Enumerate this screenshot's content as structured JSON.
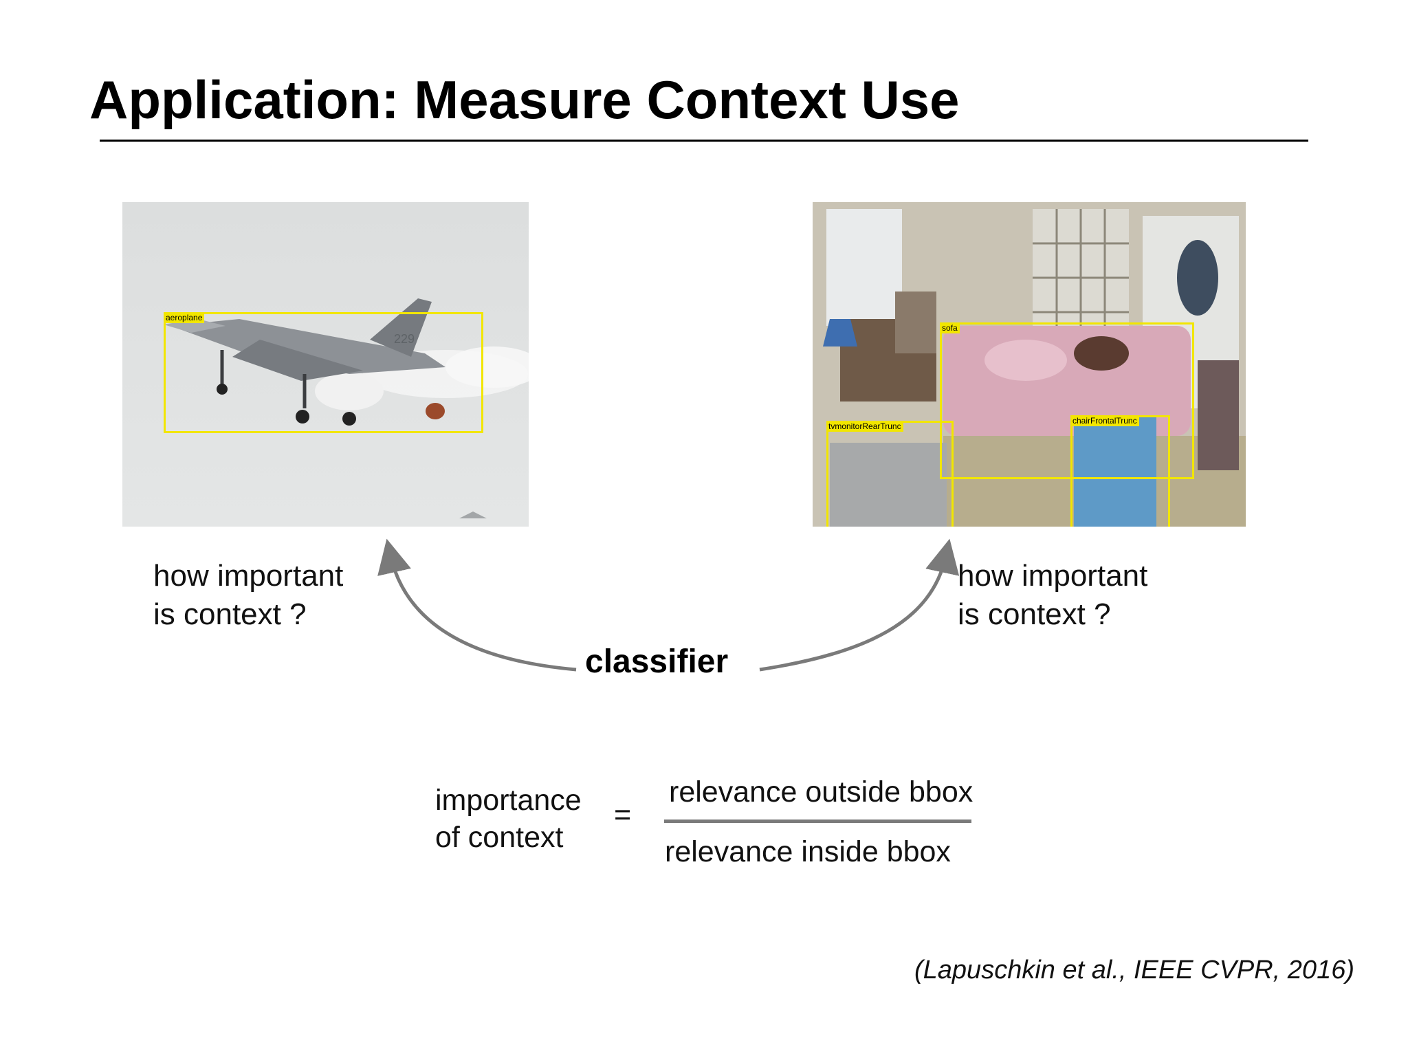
{
  "slide": {
    "title": "Application: Measure Context Use",
    "images": {
      "left": {
        "description_icon": "fighter-jet-photo",
        "boxes": [
          {
            "label": "aeroplane"
          }
        ]
      },
      "right": {
        "description_icon": "living-room-photo",
        "boxes": [
          {
            "label": "sofa"
          },
          {
            "label": "tvmonitorRearTrunc"
          },
          {
            "label": "chairFrontalTrunc"
          }
        ]
      }
    },
    "left_question": {
      "line1": "how important",
      "line2": "is context ?"
    },
    "right_question": {
      "line1": "how important",
      "line2": "is context ?"
    },
    "center_label": "classifier",
    "formula": {
      "lhs_line1": "importance",
      "lhs_line2": "of context",
      "equals": "=",
      "numerator": "relevance outside bbox",
      "denominator": "relevance inside bbox"
    },
    "citation": "(Lapuschkin et al., IEEE CVPR, 2016)",
    "colors": {
      "bbox": "#f2e600",
      "arrow": "#7a7a7a"
    }
  }
}
